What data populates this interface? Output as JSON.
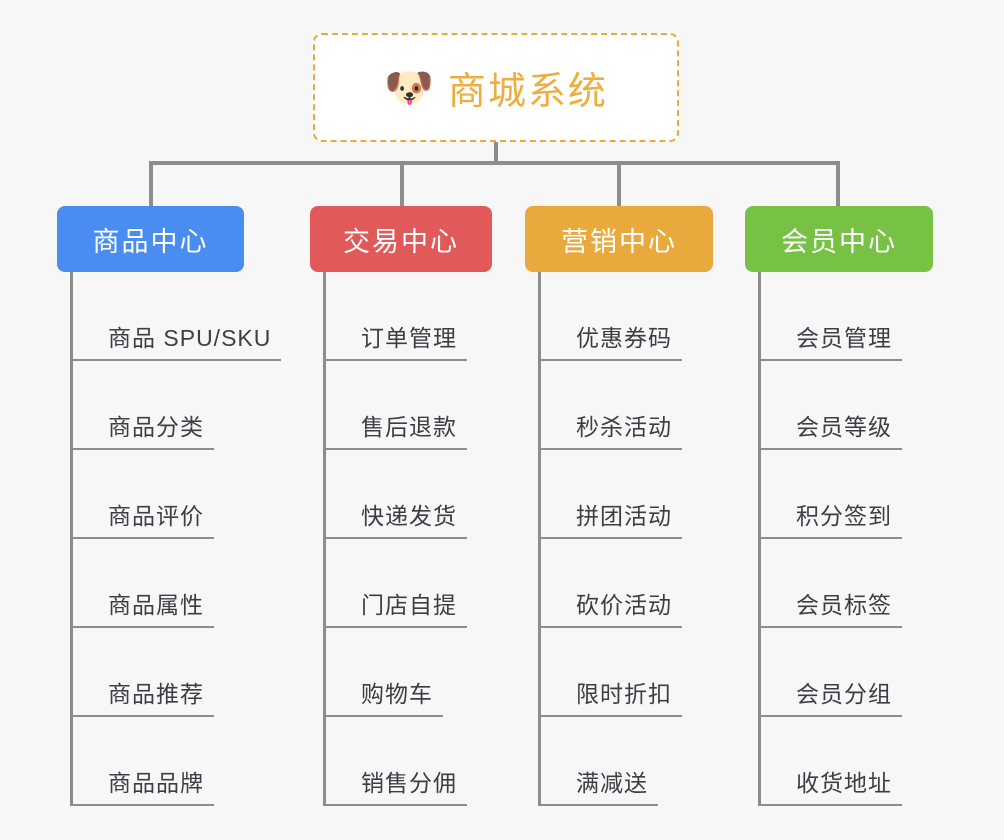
{
  "page": {
    "background_color": "#f7f7f7",
    "line_color": "#8d8d8d",
    "leaf_text_color": "#3b3f45"
  },
  "root": {
    "icon": "dog-face-icon",
    "icon_glyph": "🐶",
    "title": "商城系统",
    "text_color": "#eeae3f",
    "border_color": "#eaa93c",
    "background_color": "#ffffff"
  },
  "columns": [
    {
      "id": "product-center",
      "header": "商品中心",
      "color": "#4a8df0",
      "items": [
        "商品 SPU/SKU",
        "商品分类",
        "商品评价",
        "商品属性",
        "商品推荐",
        "商品品牌"
      ]
    },
    {
      "id": "trade-center",
      "header": "交易中心",
      "color": "#e2595a",
      "items": [
        "订单管理",
        "售后退款",
        "快递发货",
        "门店自提",
        "购物车",
        "销售分佣"
      ]
    },
    {
      "id": "marketing-center",
      "header": "营销中心",
      "color": "#eaa93c",
      "items": [
        "优惠券码",
        "秒杀活动",
        "拼团活动",
        "砍价活动",
        "限时折扣",
        "满减送"
      ]
    },
    {
      "id": "member-center",
      "header": "会员中心",
      "color": "#77c244",
      "items": [
        "会员管理",
        "会员等级",
        "积分签到",
        "会员标签",
        "会员分组",
        "收货地址"
      ]
    }
  ]
}
